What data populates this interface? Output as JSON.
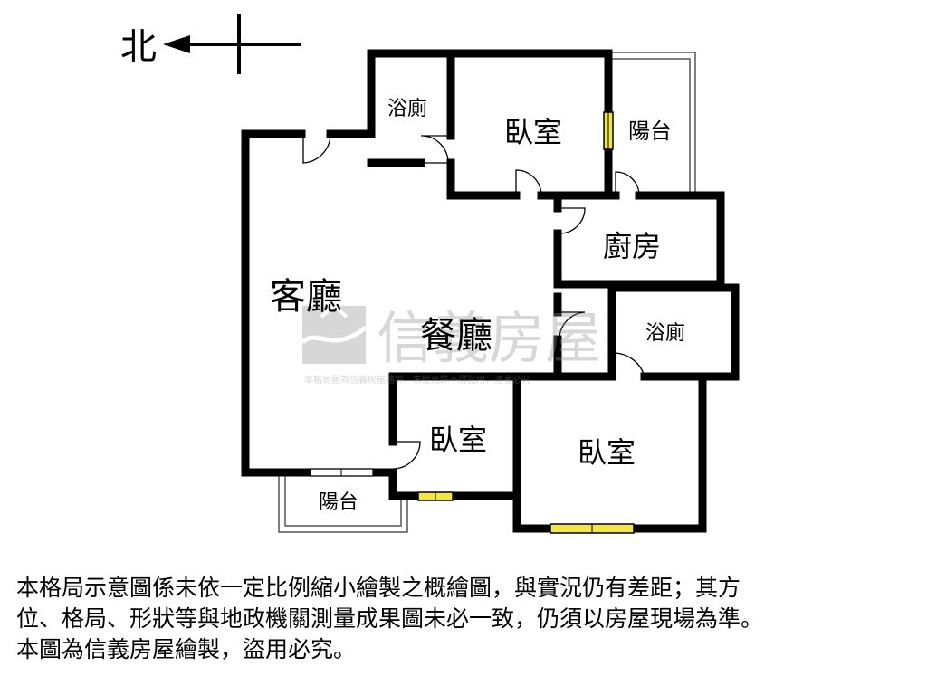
{
  "compass": {
    "north_label": "北"
  },
  "rooms": {
    "bath_north": "浴廁",
    "bedroom_top": "臥室",
    "balcony_top": "陽台",
    "kitchen": "廚房",
    "living_room": "客廳",
    "dining_room": "餐廳",
    "bath_middle": "浴廁",
    "bedroom_small": "臥室",
    "bedroom_large": "臥室",
    "balcony_bottom": "陽台"
  },
  "watermark": {
    "brand": "信義房屋",
    "notice": "本格局圖為信義房屋繪製，未經允許不得盜用，違者必究"
  },
  "disclaimer": {
    "line1": "本格局示意圖係未依一定比例縮小繪製之概繪圖，與實況仍有差距；其方",
    "line2": "位、格局、形狀等與地政機關測量成果圖未必一致，仍須以房屋現場為準。",
    "line3": "本圖為信義房屋繪製，盜用必究。"
  },
  "colors": {
    "wall": "#000000",
    "window": "#f0e64a",
    "watermark": "#8f8f8f"
  }
}
